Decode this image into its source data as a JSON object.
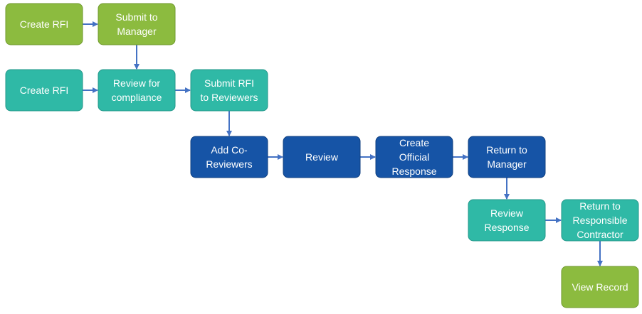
{
  "colors": {
    "green": "#8cbb3f",
    "teal": "#2fb9a6",
    "blue": "#1654a6",
    "connector": "#4472c4"
  },
  "nodes": [
    {
      "id": "create-rfi-1",
      "lines": [
        "Create RFI"
      ],
      "color": "green"
    },
    {
      "id": "submit-to-manager",
      "lines": [
        "Submit to",
        "Manager"
      ],
      "color": "green"
    },
    {
      "id": "create-rfi-2",
      "lines": [
        "Create RFI"
      ],
      "color": "teal"
    },
    {
      "id": "review-for-compliance",
      "lines": [
        "Review for",
        "compliance"
      ],
      "color": "teal"
    },
    {
      "id": "submit-rfi-to-reviewers",
      "lines": [
        "Submit RFI",
        "to Reviewers"
      ],
      "color": "teal"
    },
    {
      "id": "add-co-reviewers",
      "lines": [
        "Add Co-",
        "Reviewers"
      ],
      "color": "blue"
    },
    {
      "id": "review",
      "lines": [
        "Review"
      ],
      "color": "blue"
    },
    {
      "id": "create-official-response",
      "lines": [
        "Create",
        "Official",
        "Response"
      ],
      "color": "blue"
    },
    {
      "id": "return-to-manager",
      "lines": [
        "Return to",
        "Manager"
      ],
      "color": "blue"
    },
    {
      "id": "review-response",
      "lines": [
        "Review",
        "Response"
      ],
      "color": "teal"
    },
    {
      "id": "return-to-responsible-contractor",
      "lines": [
        "Return to",
        "Responsible",
        "Contractor"
      ],
      "color": "teal"
    },
    {
      "id": "view-record",
      "lines": [
        "View Record"
      ],
      "color": "green"
    }
  ],
  "edges": [
    {
      "from": "create-rfi-1",
      "to": "submit-to-manager"
    },
    {
      "from": "submit-to-manager",
      "to": "review-for-compliance"
    },
    {
      "from": "create-rfi-2",
      "to": "review-for-compliance"
    },
    {
      "from": "review-for-compliance",
      "to": "submit-rfi-to-reviewers"
    },
    {
      "from": "submit-rfi-to-reviewers",
      "to": "add-co-reviewers"
    },
    {
      "from": "add-co-reviewers",
      "to": "review"
    },
    {
      "from": "review",
      "to": "create-official-response"
    },
    {
      "from": "create-official-response",
      "to": "return-to-manager"
    },
    {
      "from": "return-to-manager",
      "to": "review-response"
    },
    {
      "from": "review-response",
      "to": "return-to-responsible-contractor"
    },
    {
      "from": "return-to-responsible-contractor",
      "to": "view-record"
    }
  ]
}
